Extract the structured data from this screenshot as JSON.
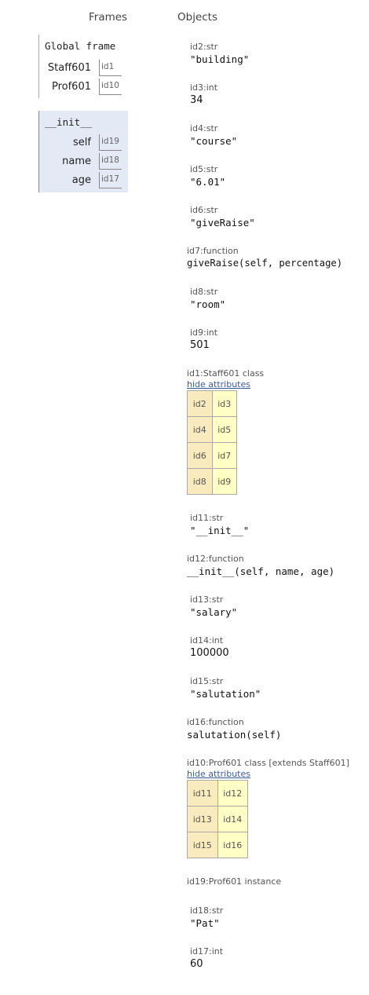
{
  "headers": {
    "frames": "Frames",
    "objects": "Objects"
  },
  "global_frame": {
    "title": "Global frame",
    "vars": [
      {
        "name": "Staff601",
        "ref": "id1"
      },
      {
        "name": "Prof601",
        "ref": "id10"
      }
    ]
  },
  "init_frame": {
    "title": "__init__",
    "vars": [
      {
        "name": "self",
        "ref": "id19"
      },
      {
        "name": "name",
        "ref": "id18"
      },
      {
        "name": "age",
        "ref": "id17"
      }
    ]
  },
  "objects": [
    {
      "type": "id2:str",
      "value": "\"building\""
    },
    {
      "type": "id3:int",
      "value": "34"
    },
    {
      "type": "id4:str",
      "value": "\"course\""
    },
    {
      "type": "id5:str",
      "value": "\"6.01\""
    },
    {
      "type": "id6:str",
      "value": "\"giveRaise\""
    },
    {
      "type": "id7:function",
      "value": "giveRaise(self, percentage)"
    },
    {
      "type": "id8:str",
      "value": "\"room\""
    },
    {
      "type": "id9:int",
      "value": "501"
    }
  ],
  "staff_class": {
    "type": "id1:Staff601 class",
    "hide_label": "hide attributes",
    "rows": [
      {
        "k": "id2",
        "v": "id3"
      },
      {
        "k": "id4",
        "v": "id5"
      },
      {
        "k": "id6",
        "v": "id7"
      },
      {
        "k": "id8",
        "v": "id9"
      }
    ]
  },
  "objects2": [
    {
      "type": "id11:str",
      "value": "\"__init__\""
    },
    {
      "type": "id12:function",
      "value": "__init__(self, name, age)"
    },
    {
      "type": "id13:str",
      "value": "\"salary\""
    },
    {
      "type": "id14:int",
      "value": "100000"
    },
    {
      "type": "id15:str",
      "value": "\"salutation\""
    },
    {
      "type": "id16:function",
      "value": "salutation(self)"
    }
  ],
  "prof_class": {
    "type": "id10:Prof601 class [extends Staff601]",
    "hide_label": "hide attributes",
    "rows": [
      {
        "k": "id11",
        "v": "id12"
      },
      {
        "k": "id13",
        "v": "id14"
      },
      {
        "k": "id15",
        "v": "id16"
      }
    ]
  },
  "instance": {
    "type": "id19:Prof601 instance"
  },
  "objects3": [
    {
      "type": "id18:str",
      "value": "\"Pat\""
    },
    {
      "type": "id17:int",
      "value": "60"
    }
  ]
}
